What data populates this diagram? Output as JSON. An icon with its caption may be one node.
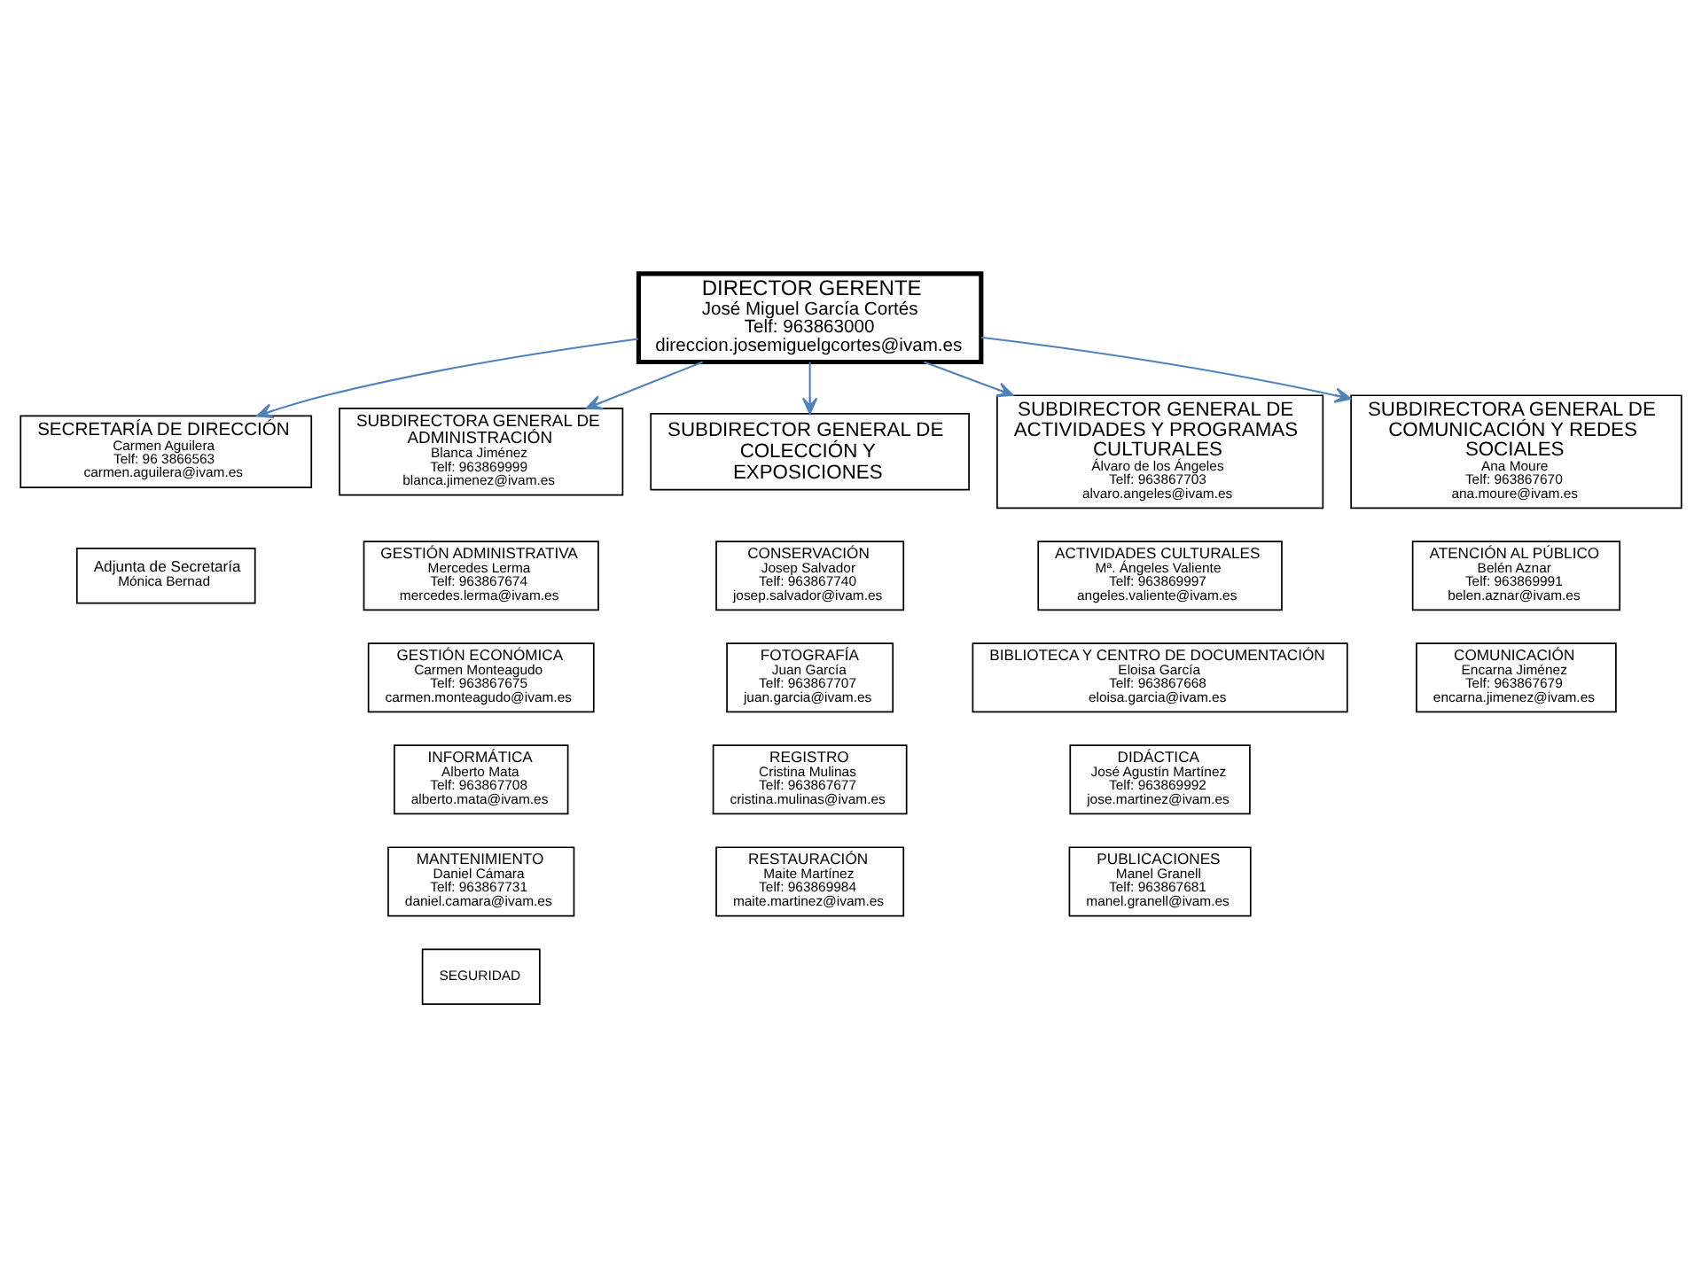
{
  "diagram": {
    "nodes": [
      {
        "text": [
          "DIRECTOR GERENTE",
          "José Miguel García Cortés",
          "Telf: 963863000",
          "direccion.josemiguelgcortes@ivam.es"
        ]
      },
      {
        "text": [
          "SECRETARÍA DE DIRECCIÓN",
          "Carmen Aguilera",
          "Telf: 96 3866563",
          "carmen.aguilera@ivam.es"
        ]
      },
      {
        "text": [
          "Adjunta de Secretaría",
          "Mónica Bernad"
        ]
      },
      {
        "text": [
          "SUBDIRECTORA GENERAL DE ADMINISTRACIÓN",
          "Blanca Jiménez",
          "Telf: 963869999",
          "blanca.jimenez@ivam.es"
        ]
      },
      {
        "text": [
          "SUBDIRECTOR GENERAL DE COLECCIÓN Y EXPOSICIONES"
        ]
      },
      {
        "text": [
          "SUBDIRECTOR GENERAL DE ACTIVIDADES Y PROGRAMAS CULTURALES",
          "Álvaro de los Ángeles",
          "Telf: 963867703",
          "alvaro.angeles@ivam.es"
        ]
      },
      {
        "text": [
          "SUBDIRECTORA GENERAL DE COMUNICACIÓN Y REDES SOCIALES",
          "Ana Moure",
          "Telf: 963867670",
          "ana.moure@ivam.es"
        ]
      },
      {
        "text": [
          "GESTIÓN ADMINISTRATIVA",
          "Mercedes Lerma",
          "Telf: 963867674",
          "mercedes.lerma@ivam.es"
        ]
      },
      {
        "text": [
          "GESTIÓN ECONÓMICA",
          "Carmen Monteagudo",
          "Telf: 963867675",
          "carmen.monteagudo@ivam.es"
        ]
      },
      {
        "text": [
          "INFORMÁTICA",
          "Alberto Mata",
          "Telf: 963867708",
          "alberto.mata@ivam.es"
        ]
      },
      {
        "text": [
          "MANTENIMIENTO",
          "Daniel Cámara",
          "Telf: 963867731",
          "daniel.camara@ivam.es"
        ]
      },
      {
        "text": [
          "SEGURIDAD"
        ]
      },
      {
        "text": [
          "CONSERVACIÓN",
          "Josep Salvador",
          "Telf: 963867740",
          "josep.salvador@ivam.es"
        ]
      },
      {
        "text": [
          "FOTOGRAFÍA",
          "Juan García",
          "Telf: 963867707",
          "juan.garcia@ivam.es"
        ]
      },
      {
        "text": [
          "REGISTRO",
          "Cristina Mulinas",
          "Telf: 963867677",
          "cristina.mulinas@ivam.es"
        ]
      },
      {
        "text": [
          "RESTAURACIÓN",
          "Maite Martínez",
          "Telf: 963869984",
          "maite.martinez@ivam.es"
        ]
      },
      {
        "text": [
          "ACTIVIDADES CULTURALES",
          "Mª. Ángeles Valiente",
          "Telf: 963869997",
          "angeles.valiente@ivam.es"
        ]
      },
      {
        "text": [
          "BIBLIOTECA Y CENTRO DE DOCUMENTACIÓN",
          "Eloisa García",
          "Telf: 963867668",
          "eloisa.garcia@ivam.es"
        ]
      },
      {
        "text": [
          "DIDÁCTICA",
          "José Agustín Martínez",
          "Telf: 963869992",
          "jose.martinez@ivam.es"
        ]
      },
      {
        "text": [
          "PUBLICACIONES",
          "Manel Granell",
          "Telf: 963867681",
          "manel.granell@ivam.es"
        ]
      },
      {
        "text": [
          "ATENCIÓN AL PÚBLICO",
          "Belén Aznar",
          "Telf: 963869991",
          "belen.aznar@ivam.es"
        ]
      },
      {
        "text": [
          "COMUNICACIÓN",
          "Encarna Jiménez",
          "Telf: 963867679",
          "encarna.jimenez@ivam.es"
        ]
      }
    ],
    "edges": [
      {
        "from": 0,
        "to": 1,
        "arrow": "to"
      },
      {
        "from": 0,
        "to": 3,
        "arrow": "to"
      },
      {
        "from": 0,
        "to": 4,
        "arrow": "to"
      },
      {
        "from": 0,
        "to": 5,
        "arrow": "to"
      },
      {
        "from": 0,
        "to": 6,
        "arrow": "to"
      }
    ]
  }
}
